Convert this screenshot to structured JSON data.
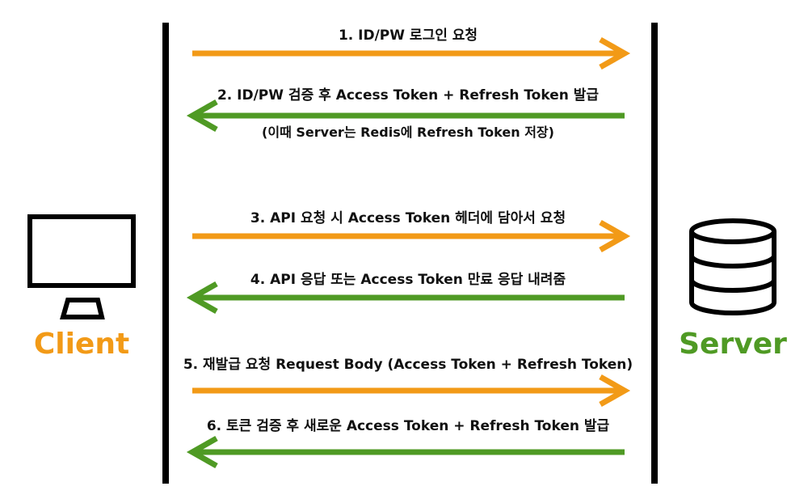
{
  "colors": {
    "request": "#F29A17",
    "response": "#4F9A24",
    "line": "#000000",
    "text": "#111111"
  },
  "actors": {
    "client": {
      "label": "Client",
      "icon": "monitor-icon"
    },
    "server": {
      "label": "Server",
      "icon": "database-icon"
    }
  },
  "messages": [
    {
      "step": 1,
      "text": "1. ID/PW 로그인 요청",
      "direction": "to-server"
    },
    {
      "step": 2,
      "text": "2. ID/PW 검증 후 Access Token + Refresh Token 발급",
      "direction": "to-client"
    },
    {
      "step": 3,
      "text": "3. API 요청 시 Access Token 헤더에 담아서 요청",
      "direction": "to-server"
    },
    {
      "step": 4,
      "text": "4. API 응답 또는 Access Token 만료 응답 내려줌",
      "direction": "to-client"
    },
    {
      "step": 5,
      "text": "5. 재발급 요청 Request Body (Access Token + Refresh Token)",
      "direction": "to-server"
    },
    {
      "step": 6,
      "text": "6. 토큰 검증 후 새로운 Access Token + Refresh Token 발급",
      "direction": "to-client"
    }
  ],
  "notes": [
    {
      "after_step": 2,
      "text": "(이때 Server는 Redis에 Refresh Token 저장)"
    }
  ]
}
